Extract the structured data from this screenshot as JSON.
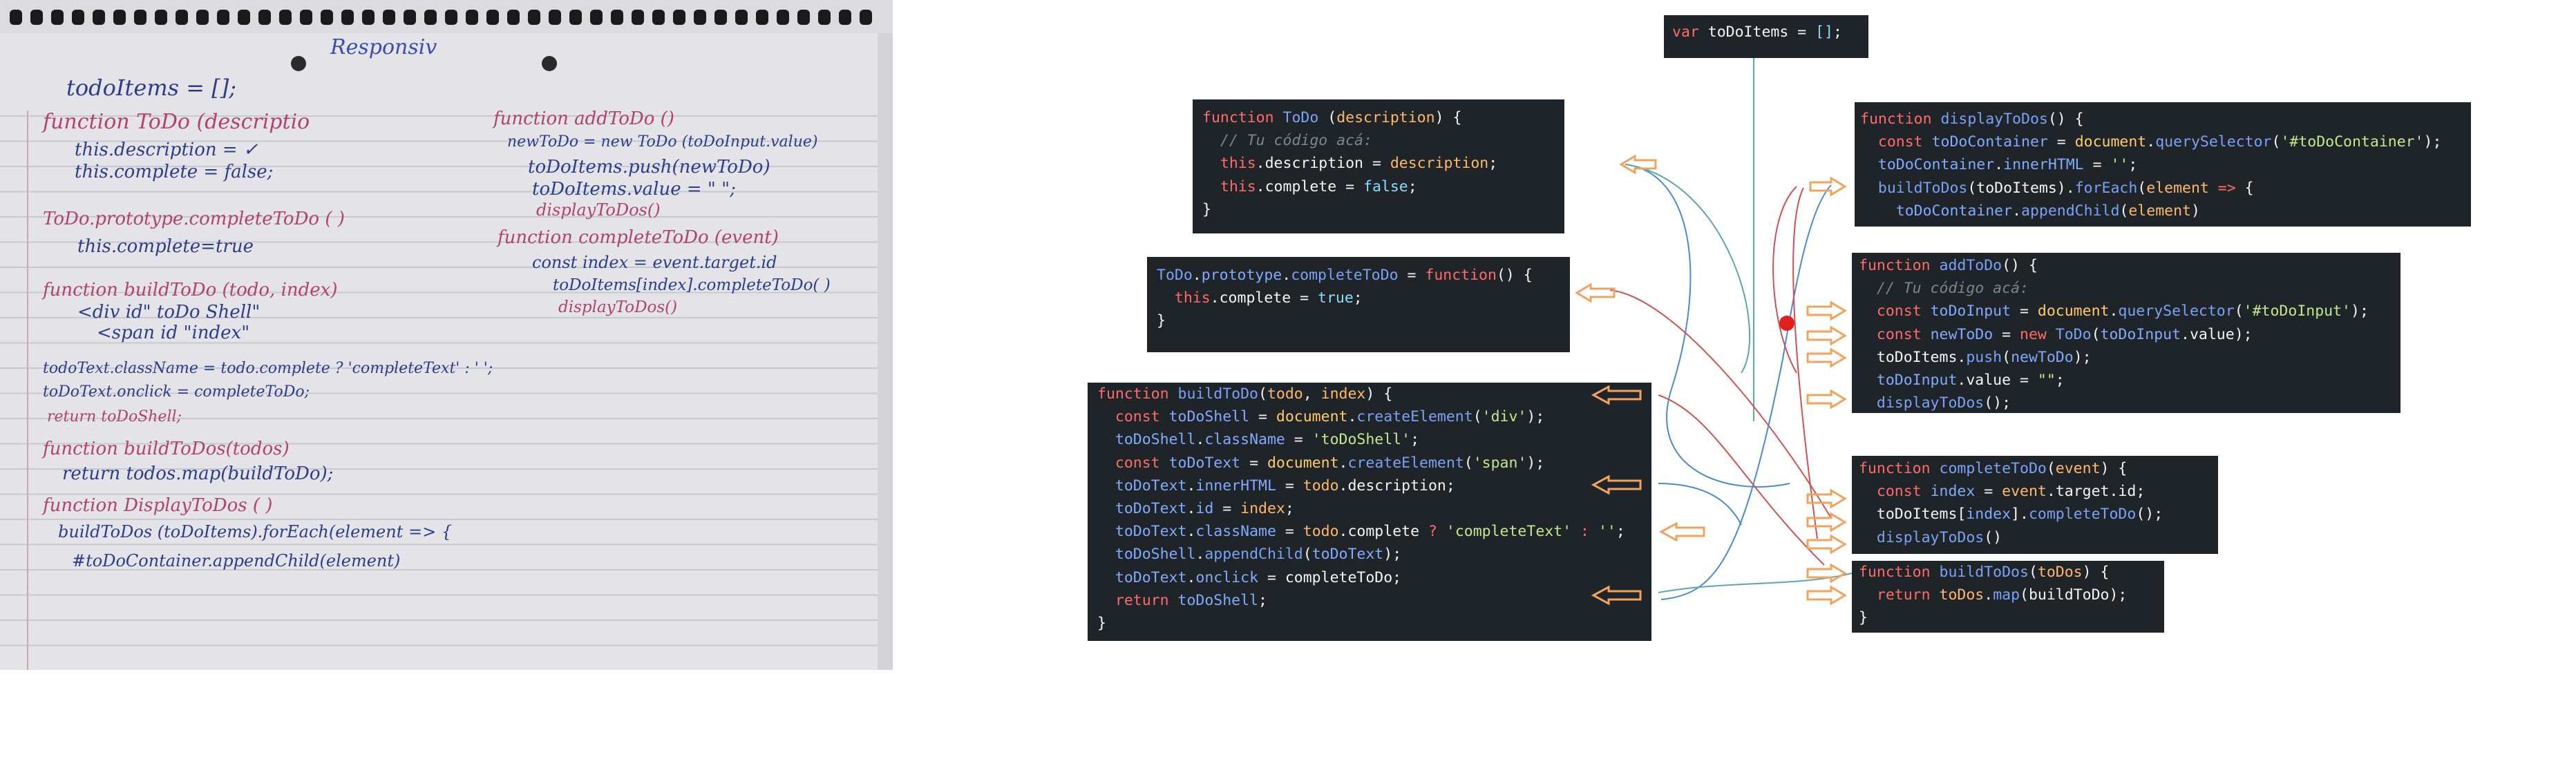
{
  "notebook": {
    "title": "Responsiv",
    "lines": [
      "todoItems = [];",
      "function ToDo (descriptio",
      "this.description = ✓",
      "this.complete = false;",
      "ToDo.prototype.completeToDo ( )",
      "this.complete=true",
      "function buildToDo (todo, index)",
      "<div id\" toDo Shell\"",
      "<span id \"index\"",
      "todoText.className = todo.complete ? 'completeText' : ' ';",
      "toDoText.onclick = completeToDo;",
      "return toDoShell;",
      "function buildToDos(todos)",
      "return todos.map(buildToDo);",
      "function DisplayToDos ( )",
      "buildToDos (toDoItems).forEach(element => {",
      "#toDoContainer.appendChild(element)",
      "function addToDo ()",
      "newToDo = new ToDo (toDoInput.value)",
      "toDoItems.push(newToDo)",
      "toDoItems.value = \" \";",
      "displayToDos()",
      "function completeToDo (event)",
      "const index = event.target.id",
      "toDoItems[index].completeToDo( )",
      "displayToDos()"
    ]
  },
  "blocks": {
    "var_decl": [
      [
        [
          "kw",
          "var "
        ],
        [
          "var",
          "toDoItems "
        ],
        [
          "var",
          "= "
        ],
        [
          "num",
          "[]"
        ],
        [
          "var",
          ";"
        ]
      ]
    ],
    "todo_ctor": [
      [
        [
          "kw",
          "function "
        ],
        [
          "fn",
          "ToDo "
        ],
        [
          "var",
          "("
        ],
        [
          "prm",
          "description"
        ],
        [
          "var",
          ") {"
        ]
      ],
      [
        [
          "cm",
          "  // Tu código acá:"
        ]
      ],
      [
        [
          "kw",
          "  this"
        ],
        [
          "var",
          ".description = "
        ],
        [
          "prm",
          "description"
        ],
        [
          "var",
          ";"
        ]
      ],
      [
        [
          "kw",
          "  this"
        ],
        [
          "var",
          ".complete = "
        ],
        [
          "num",
          "false"
        ],
        [
          "var",
          ";"
        ]
      ],
      [
        [
          "var",
          "}"
        ]
      ]
    ],
    "complete_proto": [
      [
        [
          "fn",
          "ToDo"
        ],
        [
          "var",
          "."
        ],
        [
          "fn2",
          "prototype"
        ],
        [
          "var",
          "."
        ],
        [
          "fn",
          "completeToDo"
        ],
        [
          "var",
          " = "
        ],
        [
          "kw",
          "function"
        ],
        [
          "var",
          "() {"
        ]
      ],
      [
        [
          "kw",
          "  this"
        ],
        [
          "var",
          ".complete = "
        ],
        [
          "num",
          "true"
        ],
        [
          "var",
          ";"
        ]
      ],
      [
        [
          "var",
          "}"
        ]
      ]
    ],
    "build_todo": [
      [
        [
          "kw",
          "function "
        ],
        [
          "fn",
          "buildToDo"
        ],
        [
          "var",
          "("
        ],
        [
          "prm",
          "todo"
        ],
        [
          "var",
          ", "
        ],
        [
          "prm",
          "index"
        ],
        [
          "var",
          ") {"
        ]
      ],
      [
        [
          "kw",
          "  const "
        ],
        [
          "fn2",
          "toDoShell"
        ],
        [
          "var",
          " = "
        ],
        [
          "pr",
          "document"
        ],
        [
          "var",
          "."
        ],
        [
          "fn",
          "createElement"
        ],
        [
          "var",
          "("
        ],
        [
          "str",
          "'div'"
        ],
        [
          "var",
          ");"
        ]
      ],
      [
        [
          "fn2",
          "  toDoShell"
        ],
        [
          "var",
          "."
        ],
        [
          "fn2",
          "className"
        ],
        [
          "var",
          " = "
        ],
        [
          "str",
          "'toDoShell'"
        ],
        [
          "var",
          ";"
        ]
      ],
      [
        [
          "kw",
          "  const "
        ],
        [
          "fn2",
          "toDoText"
        ],
        [
          "var",
          " = "
        ],
        [
          "pr",
          "document"
        ],
        [
          "var",
          "."
        ],
        [
          "fn",
          "createElement"
        ],
        [
          "var",
          "("
        ],
        [
          "str",
          "'span'"
        ],
        [
          "var",
          ");"
        ]
      ],
      [
        [
          "fn2",
          "  toDoText"
        ],
        [
          "var",
          "."
        ],
        [
          "fn2",
          "innerHTML"
        ],
        [
          "var",
          " = "
        ],
        [
          "prm",
          "todo"
        ],
        [
          "var",
          ".description;"
        ]
      ],
      [
        [
          "fn2",
          "  toDoText"
        ],
        [
          "var",
          "."
        ],
        [
          "fn2",
          "id"
        ],
        [
          "var",
          " = "
        ],
        [
          "prm",
          "index"
        ],
        [
          "var",
          ";"
        ]
      ],
      [
        [
          "fn2",
          "  toDoText"
        ],
        [
          "var",
          "."
        ],
        [
          "fn2",
          "className"
        ],
        [
          "var",
          " = "
        ],
        [
          "prm",
          "todo"
        ],
        [
          "var",
          ".complete "
        ],
        [
          "kw",
          "? "
        ],
        [
          "str",
          "'completeText'"
        ],
        [
          "kw",
          " : "
        ],
        [
          "str",
          "''"
        ],
        [
          "var",
          ";"
        ]
      ],
      [
        [
          "fn2",
          "  toDoShell"
        ],
        [
          "var",
          "."
        ],
        [
          "fn",
          "appendChild"
        ],
        [
          "var",
          "("
        ],
        [
          "fn2",
          "toDoText"
        ],
        [
          "var",
          ");"
        ]
      ],
      [
        [
          "fn2",
          "  toDoText"
        ],
        [
          "var",
          "."
        ],
        [
          "fn2",
          "onclick"
        ],
        [
          "var",
          " = completeToDo;"
        ]
      ],
      [
        [
          "kw",
          "  return "
        ],
        [
          "fn2",
          "toDoShell"
        ],
        [
          "var",
          ";"
        ]
      ],
      [
        [
          "var",
          "}"
        ]
      ]
    ],
    "display_todos": [
      [
        [
          "kw",
          "function "
        ],
        [
          "fn",
          "displayToDos"
        ],
        [
          "var",
          "() {"
        ]
      ],
      [
        [
          "kw",
          "  const "
        ],
        [
          "fn2",
          "toDoContainer"
        ],
        [
          "var",
          " = "
        ],
        [
          "pr",
          "document"
        ],
        [
          "var",
          "."
        ],
        [
          "fn",
          "querySelector"
        ],
        [
          "var",
          "("
        ],
        [
          "str",
          "'#toDoContainer'"
        ],
        [
          "var",
          ");"
        ]
      ],
      [
        [
          "fn2",
          "  toDoContainer"
        ],
        [
          "var",
          "."
        ],
        [
          "fn2",
          "innerHTML"
        ],
        [
          "var",
          " = "
        ],
        [
          "str",
          "''"
        ],
        [
          "var",
          ";"
        ]
      ],
      [
        [
          "fn",
          "  buildToDos"
        ],
        [
          "var",
          "(toDoItems)."
        ],
        [
          "fn",
          "forEach"
        ],
        [
          "var",
          "("
        ],
        [
          "prm",
          "element"
        ],
        [
          "kw",
          " => "
        ],
        [
          "var",
          "{"
        ]
      ],
      [
        [
          "fn2",
          "    toDoContainer"
        ],
        [
          "var",
          "."
        ],
        [
          "fn",
          "appendChild"
        ],
        [
          "var",
          "("
        ],
        [
          "prm",
          "element"
        ],
        [
          "var",
          ")"
        ]
      ]
    ],
    "add_todo": [
      [
        [
          "kw",
          "function "
        ],
        [
          "fn",
          "addToDo"
        ],
        [
          "var",
          "() {"
        ]
      ],
      [
        [
          "cm",
          "  // Tu código acá:"
        ]
      ],
      [
        [
          "kw",
          "  const "
        ],
        [
          "fn2",
          "toDoInput"
        ],
        [
          "var",
          " = "
        ],
        [
          "pr",
          "document"
        ],
        [
          "var",
          "."
        ],
        [
          "fn",
          "querySelector"
        ],
        [
          "var",
          "("
        ],
        [
          "str",
          "'#toDoInput'"
        ],
        [
          "var",
          ");"
        ]
      ],
      [
        [
          "kw",
          "  const "
        ],
        [
          "fn2",
          "newToDo"
        ],
        [
          "var",
          " = "
        ],
        [
          "kw",
          "new "
        ],
        [
          "fn",
          "ToDo"
        ],
        [
          "var",
          "("
        ],
        [
          "fn2",
          "toDoInput"
        ],
        [
          "var",
          ".value);"
        ]
      ],
      [
        [
          "var",
          "  toDoItems."
        ],
        [
          "fn",
          "push"
        ],
        [
          "var",
          "("
        ],
        [
          "fn2",
          "newToDo"
        ],
        [
          "var",
          ");"
        ]
      ],
      [
        [
          "fn2",
          "  toDoInput"
        ],
        [
          "var",
          ".value = "
        ],
        [
          "str",
          "\"\""
        ],
        [
          "var",
          ";"
        ]
      ],
      [
        [
          "fn",
          "  displayToDos"
        ],
        [
          "var",
          "();"
        ]
      ]
    ],
    "complete_todo": [
      [
        [
          "kw",
          "function "
        ],
        [
          "fn",
          "completeToDo"
        ],
        [
          "var",
          "("
        ],
        [
          "prm",
          "event"
        ],
        [
          "var",
          ") {"
        ]
      ],
      [
        [
          "kw",
          "  const "
        ],
        [
          "fn2",
          "index"
        ],
        [
          "var",
          " = "
        ],
        [
          "prm",
          "event"
        ],
        [
          "var",
          ".target.id;"
        ]
      ],
      [
        [
          "var",
          "  toDoItems["
        ],
        [
          "fn2",
          "index"
        ],
        [
          "var",
          "]."
        ],
        [
          "fn",
          "completeToDo"
        ],
        [
          "var",
          "();"
        ]
      ],
      [
        [
          "fn",
          "  displayToDos"
        ],
        [
          "var",
          "()"
        ]
      ]
    ],
    "build_todos": [
      [
        [
          "kw",
          "function "
        ],
        [
          "fn",
          "buildToDos"
        ],
        [
          "var",
          "("
        ],
        [
          "prm",
          "toDos"
        ],
        [
          "var",
          ") {"
        ]
      ],
      [
        [
          "kw",
          "  return "
        ],
        [
          "prm",
          "toDos"
        ],
        [
          "var",
          "."
        ],
        [
          "fn",
          "map"
        ],
        [
          "var",
          "(buildToDo);"
        ]
      ],
      [
        [
          "var",
          "}"
        ]
      ]
    ]
  },
  "colors": {
    "code_bg": "#1f2428",
    "arrow_orange": "#f0a35e",
    "link_teal": "#5aa8a8",
    "link_red": "#d05050",
    "link_blue": "#4a8ad0",
    "marker_red": "#e02020"
  }
}
